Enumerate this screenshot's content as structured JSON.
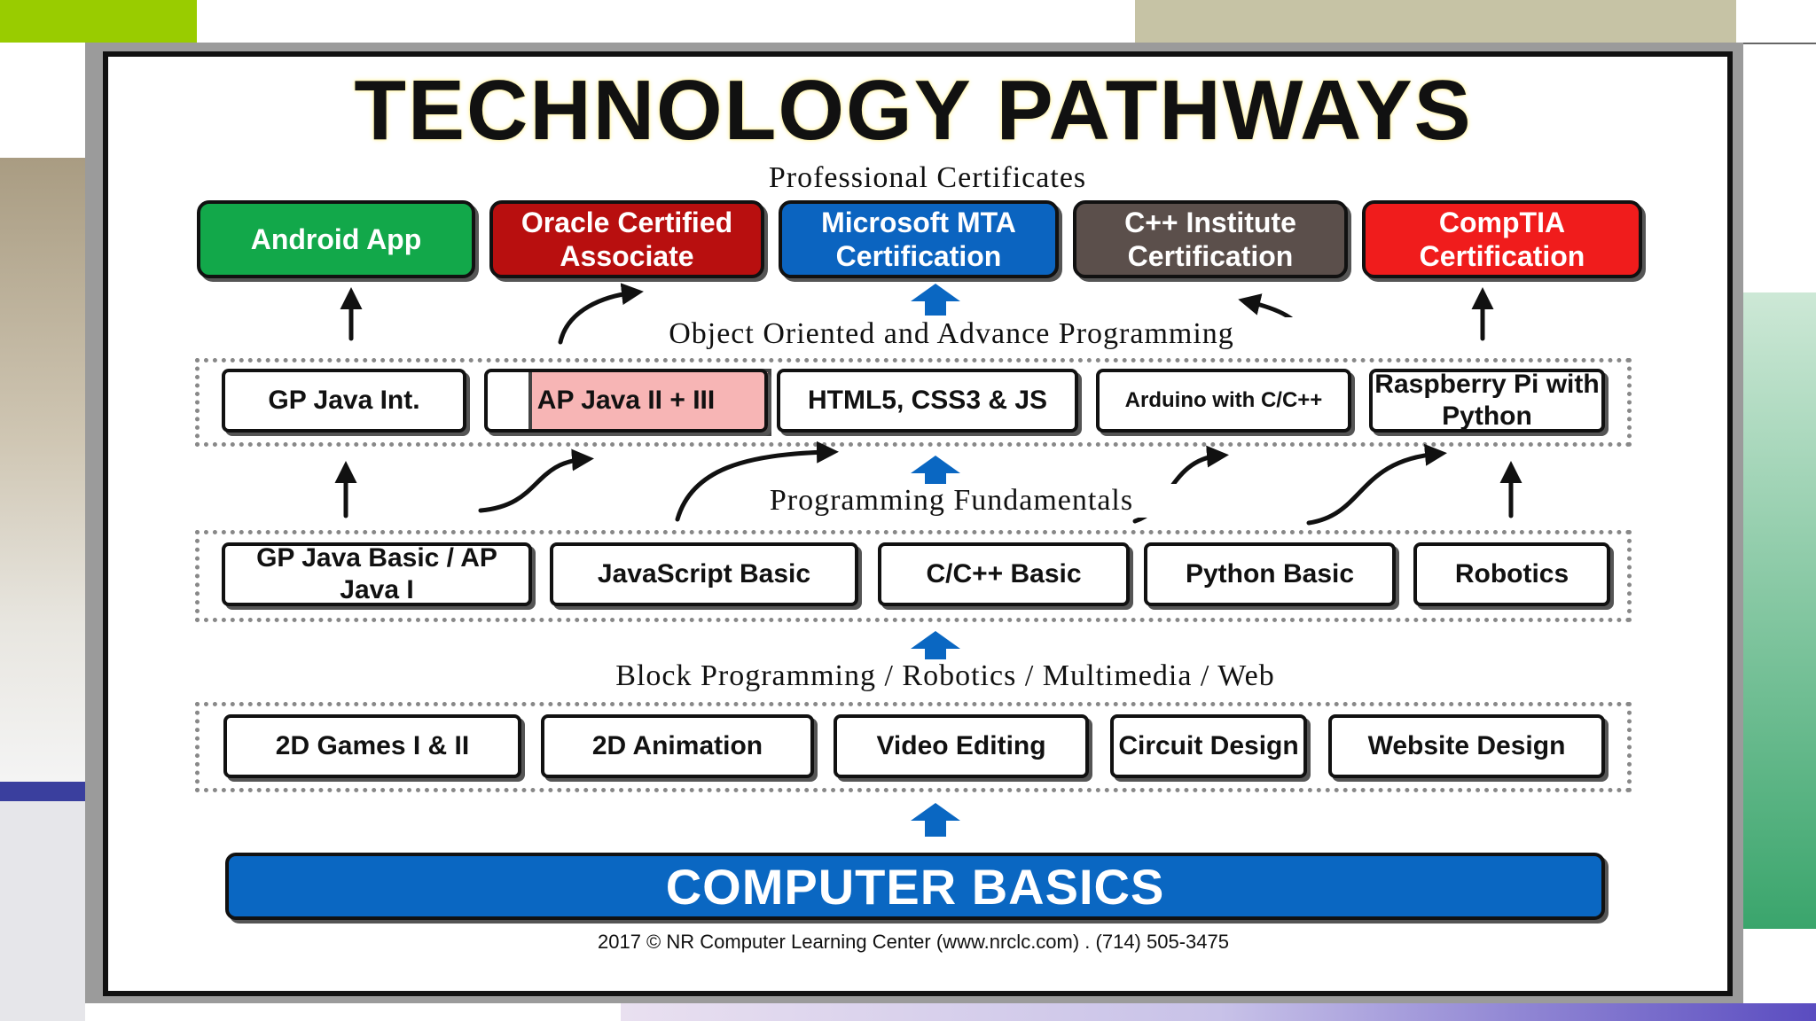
{
  "title": "TECHNOLOGY PATHWAYS",
  "tiers": {
    "certificates_label": "Professional Certificates",
    "oop_label": "Object Oriented and Advance Programming",
    "fundamentals_label": "Programming Fundamentals",
    "block_label": "Block Programming / Robotics / Multimedia / Web"
  },
  "certificates": [
    {
      "label": "Android App",
      "color": "#12a84a"
    },
    {
      "label": "Oracle Certified Associate",
      "color": "#b80f0f"
    },
    {
      "label": "Microsoft MTA Certification",
      "color": "#0b64c0"
    },
    {
      "label": "C++ Institute Certification",
      "color": "#5b4f4b"
    },
    {
      "label": "CompTIA Certification",
      "color": "#f01c1c"
    }
  ],
  "advanced": [
    {
      "label": "GP Java Int."
    },
    {
      "label": "AP Java II + III"
    },
    {
      "label": "HTML5, CSS3 & JS"
    },
    {
      "label": "Arduino with C/C++"
    },
    {
      "label": "Raspberry Pi with Python"
    }
  ],
  "fundamentals": [
    {
      "label": "GP Java Basic / AP Java I"
    },
    {
      "label": "JavaScript Basic"
    },
    {
      "label": "C/C++ Basic"
    },
    {
      "label": "Python Basic"
    },
    {
      "label": "Robotics"
    }
  ],
  "block": [
    {
      "label": "2D Games I & II"
    },
    {
      "label": "2D Animation"
    },
    {
      "label": "Video Editing"
    },
    {
      "label": "Circuit Design"
    },
    {
      "label": "Website Design"
    }
  ],
  "base": "COMPUTER BASICS",
  "footer": "2017 © NR Computer Learning Center (www.nrclc.com) .  (714) 505-3475",
  "colors": {
    "base": "#0a67c2",
    "arrow_blue": "#0a67c2",
    "highlight": "#f6a9a9"
  }
}
